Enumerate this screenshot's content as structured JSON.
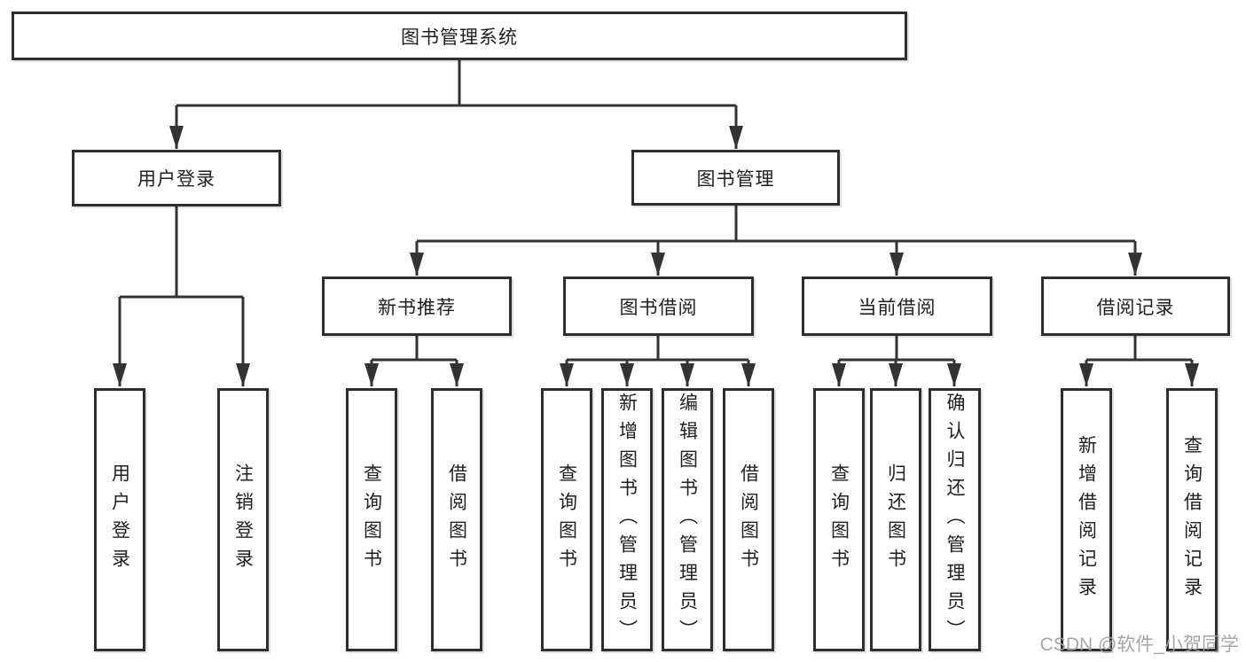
{
  "diagram": {
    "root": {
      "label": "图书管理系统"
    },
    "level2": [
      {
        "id": "user-login",
        "label": "用户登录"
      },
      {
        "id": "book-management",
        "label": "图书管理"
      }
    ],
    "level3": [
      {
        "id": "new-book-recommend",
        "label": "新书推荐"
      },
      {
        "id": "book-borrow",
        "label": "图书借阅"
      },
      {
        "id": "current-borrow",
        "label": "当前借阅"
      },
      {
        "id": "borrow-records",
        "label": "借阅记录"
      }
    ],
    "leaves": [
      {
        "id": "user-login-leaf",
        "label": "用户登录"
      },
      {
        "id": "logout-leaf",
        "label": "注销登录"
      },
      {
        "id": "query-books-recommend",
        "label": "查询图书"
      },
      {
        "id": "borrow-books-recommend",
        "label": "借阅图书"
      },
      {
        "id": "query-books-borrow",
        "label": "查询图书"
      },
      {
        "id": "add-books-admin",
        "label": "新增图书（管理员）"
      },
      {
        "id": "edit-books-admin",
        "label": "编辑图书（管理员）"
      },
      {
        "id": "borrow-books-borrow",
        "label": "借阅图书"
      },
      {
        "id": "query-books-current",
        "label": "查询图书"
      },
      {
        "id": "return-books",
        "label": "归还图书"
      },
      {
        "id": "confirm-return-admin",
        "label": "确认归还（管理员）"
      },
      {
        "id": "add-borrow-record",
        "label": "新增借阅记录"
      },
      {
        "id": "query-borrow-record",
        "label": "查询借阅记录"
      }
    ],
    "colors": {
      "line": "#333333",
      "box_border": "#2e2e2e",
      "box_fill": "#ffffff",
      "text": "#1f1f1f"
    }
  },
  "watermark": {
    "text": "CSDN @软件_小贺同学",
    "color": "#9e9e9e"
  }
}
